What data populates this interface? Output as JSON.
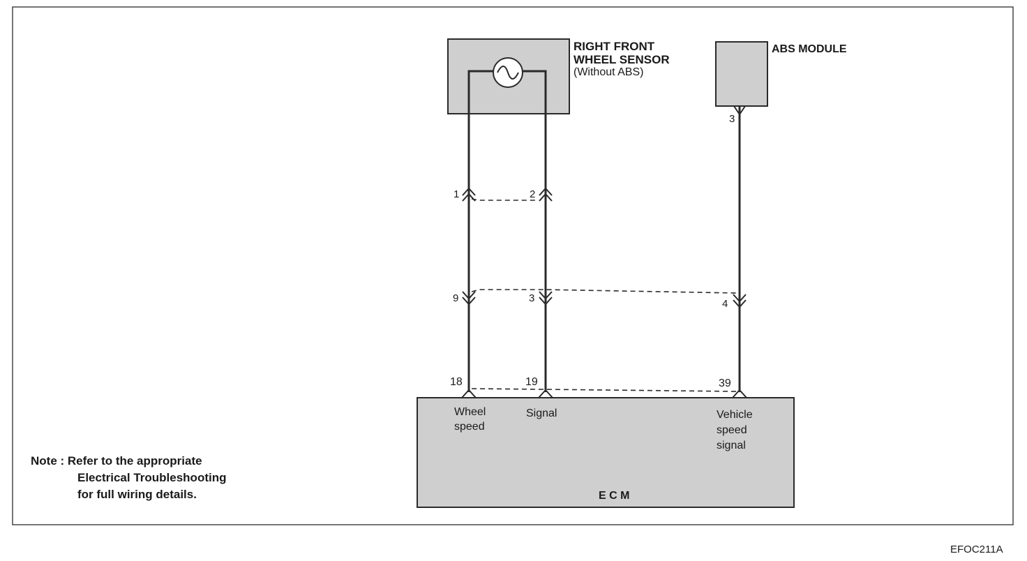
{
  "sensor": {
    "title_line1": "RIGHT FRONT",
    "title_line2": "WHEEL SENSOR",
    "subtitle": "(Without ABS)"
  },
  "abs": {
    "title": "ABS MODULE",
    "pin": "3"
  },
  "connectors": {
    "upper_left": "1",
    "upper_right": "2",
    "mid_left": "9",
    "mid_center": "3",
    "mid_right": "4"
  },
  "ecm": {
    "title": "E C M",
    "pin_wheel": "18",
    "pin_signal": "19",
    "pin_vehicle": "39",
    "wheel_line1": "Wheel",
    "wheel_line2": "speed",
    "signal": "Signal",
    "vehicle_line1": "Vehicle",
    "vehicle_line2": "speed",
    "vehicle_line3": "signal"
  },
  "note": {
    "line1": "Note : Refer to the appropriate",
    "line2": "Electrical Troubleshooting",
    "line3": "for full wiring details."
  },
  "figure_code": "EFOC211A"
}
